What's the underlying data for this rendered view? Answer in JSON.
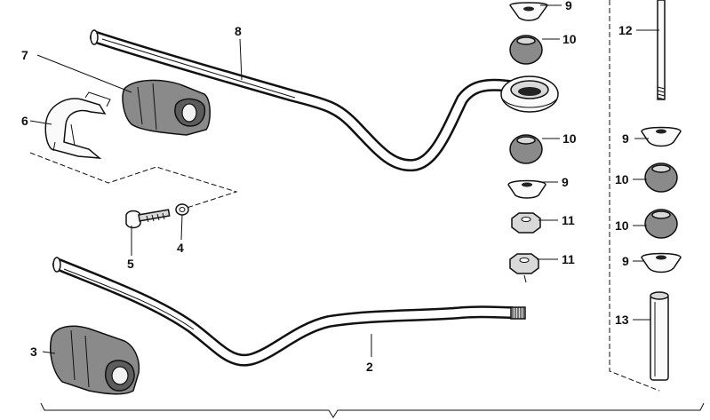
{
  "callouts": {
    "c2": "2",
    "c3": "3",
    "c4": "4",
    "c5": "5",
    "c6": "6",
    "c7": "7",
    "c8": "8",
    "c9_top": "9",
    "c10_a": "10",
    "c10_b": "10",
    "c9_mid": "9",
    "c11_a": "11",
    "c11_b": "11",
    "c12": "12",
    "c9_r1": "9",
    "c10_r1": "10",
    "c10_r2": "10",
    "c9_r2": "9",
    "c13": "13"
  }
}
